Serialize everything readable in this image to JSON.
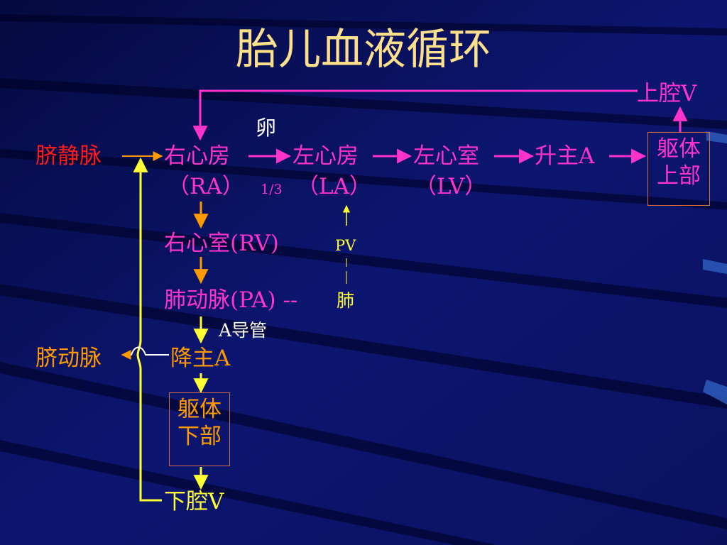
{
  "title": "胎儿血液循环",
  "nodes": {
    "upper_vc": "上腔V",
    "foramen": "卵",
    "umbilical_vein": "脐静脉",
    "ra": "右心房",
    "ra_abbr": "（RA）",
    "ra_fraction": "1/3",
    "la": "左心房",
    "la_abbr": "（LA）",
    "lv": "左心室",
    "lv_abbr": "（LV）",
    "ascending_aorta": "升主A",
    "upper_body": [
      "躯体",
      "上部"
    ],
    "rv": "右心室(RV)",
    "pv": "PV",
    "pa": "肺动脉(PA) --",
    "lung": "肺",
    "ductus": "A导管",
    "umbilical_artery": "脐动脉",
    "descending_aorta": "降主A",
    "lower_body": [
      "躯体",
      "下部"
    ],
    "lower_vc": "下腔V"
  },
  "colors": {
    "background": "#0a1060",
    "title": "#ffe08a",
    "pink": "#ff33cc",
    "orange": "#ff9900",
    "yellow": "#ffff33",
    "red": "#ff1a1a"
  }
}
